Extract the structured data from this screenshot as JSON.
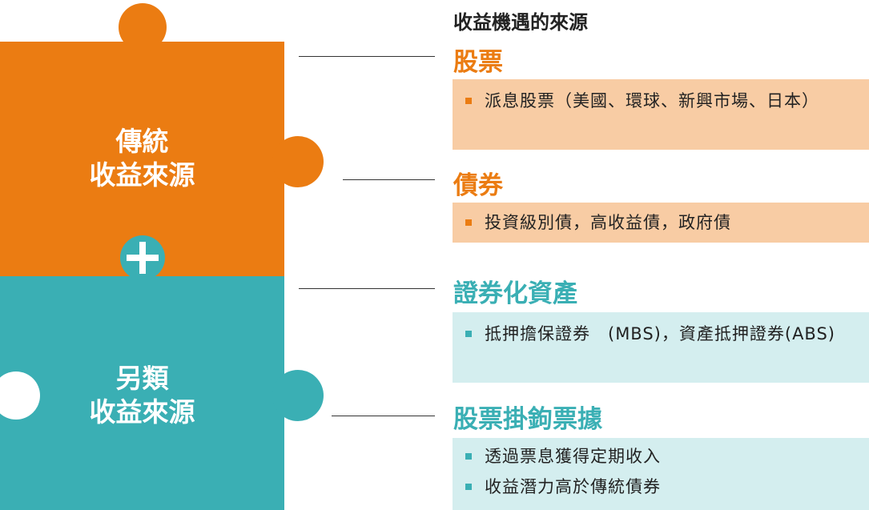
{
  "colors": {
    "orange": "#EB7C12",
    "teal": "#3AAFB4",
    "orange_box": "#F8CCA4",
    "teal_box": "#D4EEEF",
    "plus_circle": "#3AAFB4"
  },
  "puzzle": {
    "top_piece_label_line1": "傳統",
    "top_piece_label_line2": "收益來源",
    "bottom_piece_label_line1": "另類",
    "bottom_piece_label_line2": "收益來源",
    "plus_icon": "plus-icon"
  },
  "section_title": "收益機遇的來源",
  "items": [
    {
      "heading": "股票",
      "bullets": [
        "派息股票（美國、環球、新興市場、日本）"
      ]
    },
    {
      "heading": "債券",
      "bullets": [
        "投資級別債，高收益債，政府債"
      ]
    },
    {
      "heading": "證券化資產",
      "bullets": [
        "抵押擔保證券　(MBS)，資產抵押證券(ABS)"
      ]
    },
    {
      "heading": "股票掛鉤票據",
      "bullets": [
        "透過票息獲得定期收入",
        "收益潛力高於傳統債券"
      ]
    }
  ]
}
